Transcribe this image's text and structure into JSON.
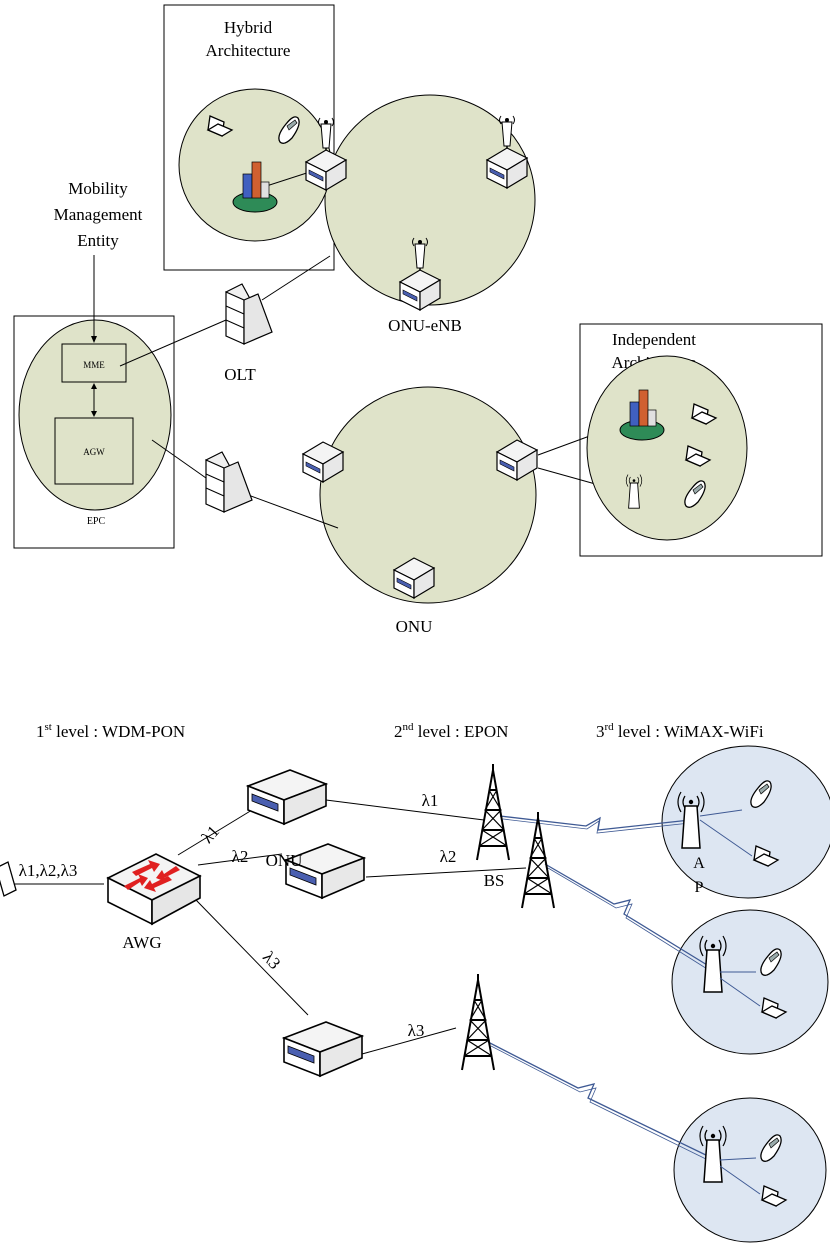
{
  "top": {
    "hybrid_title_1": "Hybrid",
    "hybrid_title_2": "Architecture",
    "mobility_1": "Mobility",
    "mobility_2": "Management",
    "mobility_3": "Entity",
    "mme": "MME",
    "agw": "AGW",
    "epc": "EPC",
    "olt": "OLT",
    "onu_enb": "ONU-eNB",
    "independent_1": "Independent",
    "independent_2": "Architecture",
    "onu": "ONU"
  },
  "bottom": {
    "level1_num": "1",
    "level1_sup": "st",
    "level1_text": " level : WDM-PON",
    "level2_num": "2",
    "level2_sup": "nd",
    "level2_text": "  level : EPON",
    "level3_num": "3",
    "level3_sup": "rd",
    "level3_text": "  level : WiMAX-WiFi",
    "wavelengths_all": "λ1,λ2,λ3",
    "awg": "AWG",
    "onu": "ONU",
    "bs": "BS",
    "lambda1_a": "λ1",
    "lambda1_b": "λ1",
    "lambda2_a": "λ2",
    "lambda2_b": "λ2",
    "lambda3_a": "λ3",
    "lambda3_b": "λ3",
    "ap_a": "A",
    "ap_p": "P"
  },
  "colors": {
    "cell_fill": "#dfe3c9",
    "wifi_cell_fill": "#dde6f2",
    "device_face": "#ffffff",
    "port_blue": "#4a5fb0",
    "link_blue": "#3f5a94",
    "awg_arrow": "#e02020"
  }
}
